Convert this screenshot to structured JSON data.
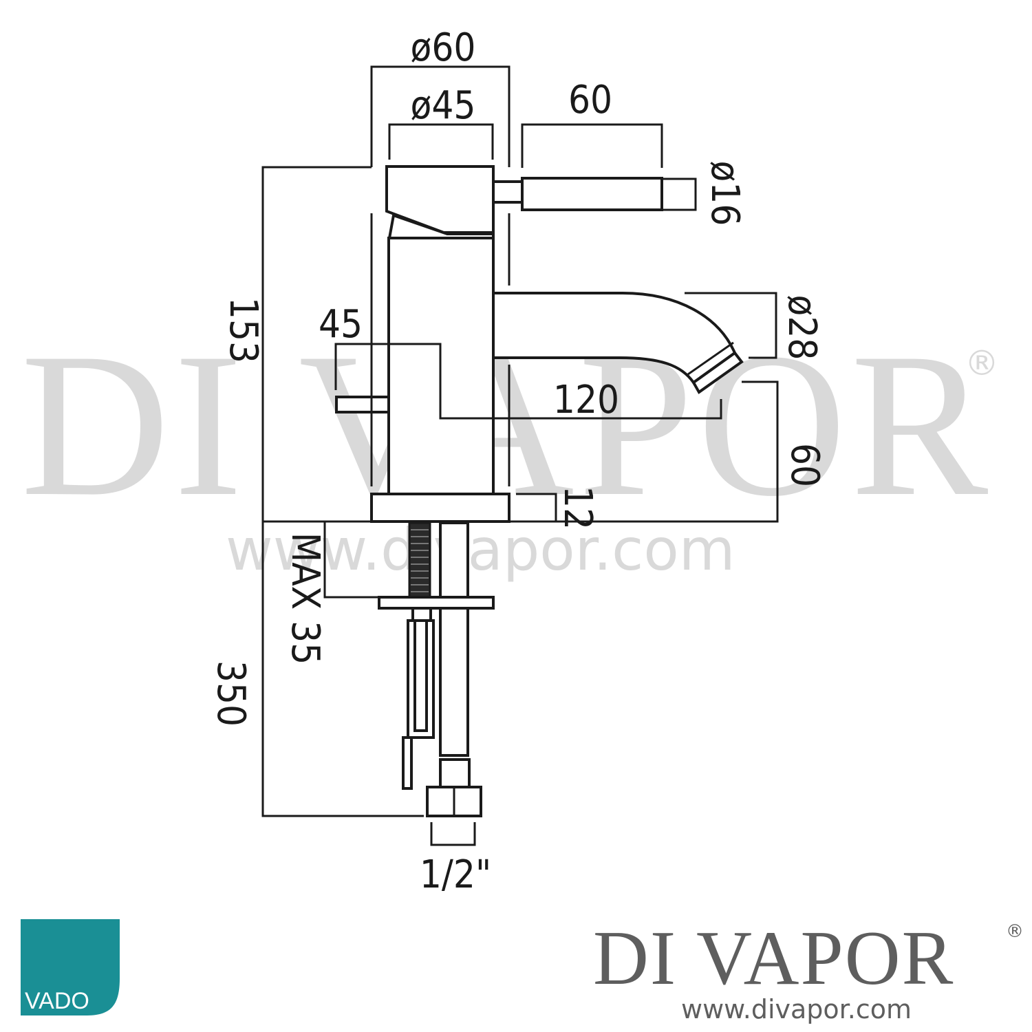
{
  "watermark": {
    "brand": "DI VAPOR",
    "registered": "®",
    "url": "www.divapor.com"
  },
  "dimensions": {
    "body_diameter": "ø60",
    "handle_base_diameter": "ø45",
    "lever_length": "60",
    "lever_diameter": "ø16",
    "total_height": "153",
    "side_offset": "45",
    "spout_diameter": "ø28",
    "spout_reach": "120",
    "spout_height": "60",
    "base_thickness": "12",
    "max_deck_thickness": "MAX 35",
    "hose_length": "350",
    "connection": "1/2\""
  },
  "logo": {
    "name": "VADO",
    "color": "#1a8f95"
  },
  "footer": {
    "brand": "DI VAPOR",
    "registered": "®",
    "url": "www.divapor.com"
  }
}
